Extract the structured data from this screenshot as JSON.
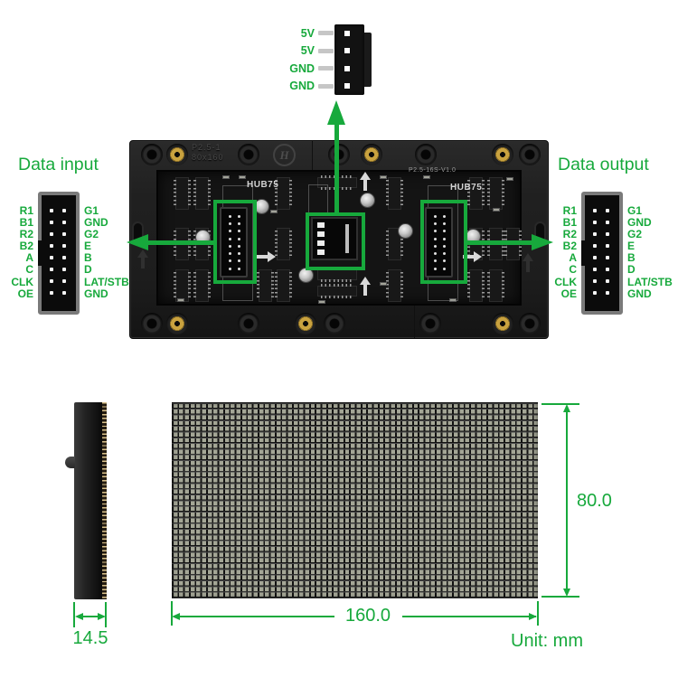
{
  "accent_color": "#17a93c",
  "power_connector": {
    "pins": [
      "5V",
      "5V",
      "GND",
      "GND"
    ]
  },
  "panel": {
    "molded_text_line1": "P2.5-1",
    "molded_text_line2": "80x160",
    "logo_glyph": "H",
    "logo_icon": "embossed-brand-monogram",
    "silkscreen_version": "P2.5-16S-V1.0",
    "hub75_left_label": "HUB75",
    "hub75_right_label": "HUB75"
  },
  "data_input": {
    "title": "Data input",
    "left_pins": [
      "R1",
      "B1",
      "R2",
      "B2",
      "A",
      "C",
      "CLK",
      "OE"
    ],
    "right_pins": [
      "G1",
      "GND",
      "G2",
      "E",
      "B",
      "D",
      "LAT/STB",
      "GND"
    ]
  },
  "data_output": {
    "title": "Data output",
    "left_pins": [
      "R1",
      "B1",
      "R2",
      "B2",
      "A",
      "C",
      "CLK",
      "OE"
    ],
    "right_pins": [
      "G1",
      "GND",
      "G2",
      "E",
      "B",
      "D",
      "LAT/STB",
      "GND"
    ]
  },
  "dimensions": {
    "thickness_mm": "14.5",
    "height_mm": "80.0",
    "width_mm": "160.0",
    "unit_label": "Unit: mm"
  }
}
